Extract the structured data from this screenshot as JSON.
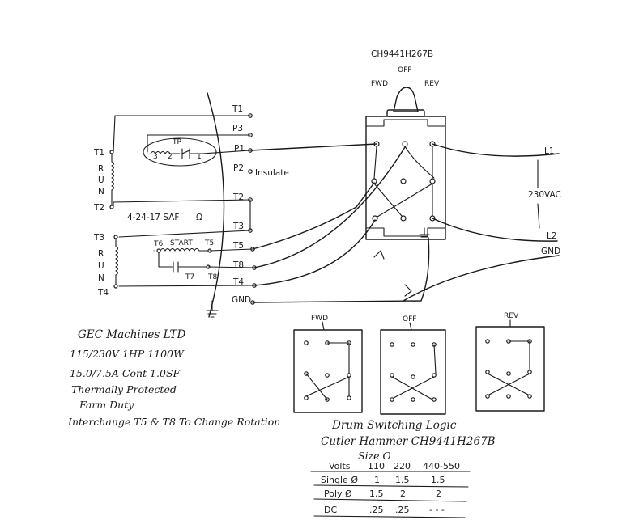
{
  "switch": {
    "model": "CH9441H267B",
    "off": "OFF",
    "fwd": "FWD",
    "rev": "REV"
  },
  "terminals": {
    "t1_right": "T1",
    "p3": "P3",
    "p1": "P1",
    "p2": "P2",
    "insulate": "Insulate",
    "t2_right": "T2",
    "t3_right": "T3",
    "t5": "T5",
    "t8": "T8",
    "t4_right": "T4",
    "gnd": "GND",
    "t1_left": "T1",
    "t2_left": "T2",
    "t3_left": "T3",
    "t4_left": "T4",
    "run1": [
      "R",
      "U",
      "N"
    ],
    "run2": [
      "R",
      "U",
      "N"
    ],
    "tp": "TP",
    "tp_3": "3",
    "tp_2": "2",
    "tp_1": "1",
    "date": "4-24-17 SAF",
    "t6": "T6",
    "start": "START",
    "t5_start": "T5",
    "t7": "T7",
    "t8_start": "T8"
  },
  "supply": {
    "l1": "L1",
    "l2": "L2",
    "gnd": "GND",
    "voltage": "230VAC"
  },
  "nameplate": {
    "line1": "GEC Machines LTD",
    "line2": "115/230V  1HP   1100W",
    "line3": "15.0/7.5A  Cont  1.0SF",
    "line4": "Thermally Protected",
    "line5": "Farm Duty",
    "line6": "Interchange T5 & T8 To Change Rotation"
  },
  "logic": {
    "fwd": "FWD",
    "off": "OFF",
    "rev": "REV",
    "title1": "Drum Switching Logic",
    "title2": "Cutler Hammer CH9441H267B",
    "size": "Size O"
  },
  "rating_table": {
    "headers": [
      "Volts",
      "110",
      "220",
      "440-550"
    ],
    "rows": [
      [
        "Single Ø",
        "1",
        "1.5",
        "1.5"
      ],
      [
        "Poly Ø",
        "1.5",
        "2",
        "2"
      ],
      [
        "DC",
        ".25",
        ".25",
        "- - -"
      ]
    ]
  }
}
